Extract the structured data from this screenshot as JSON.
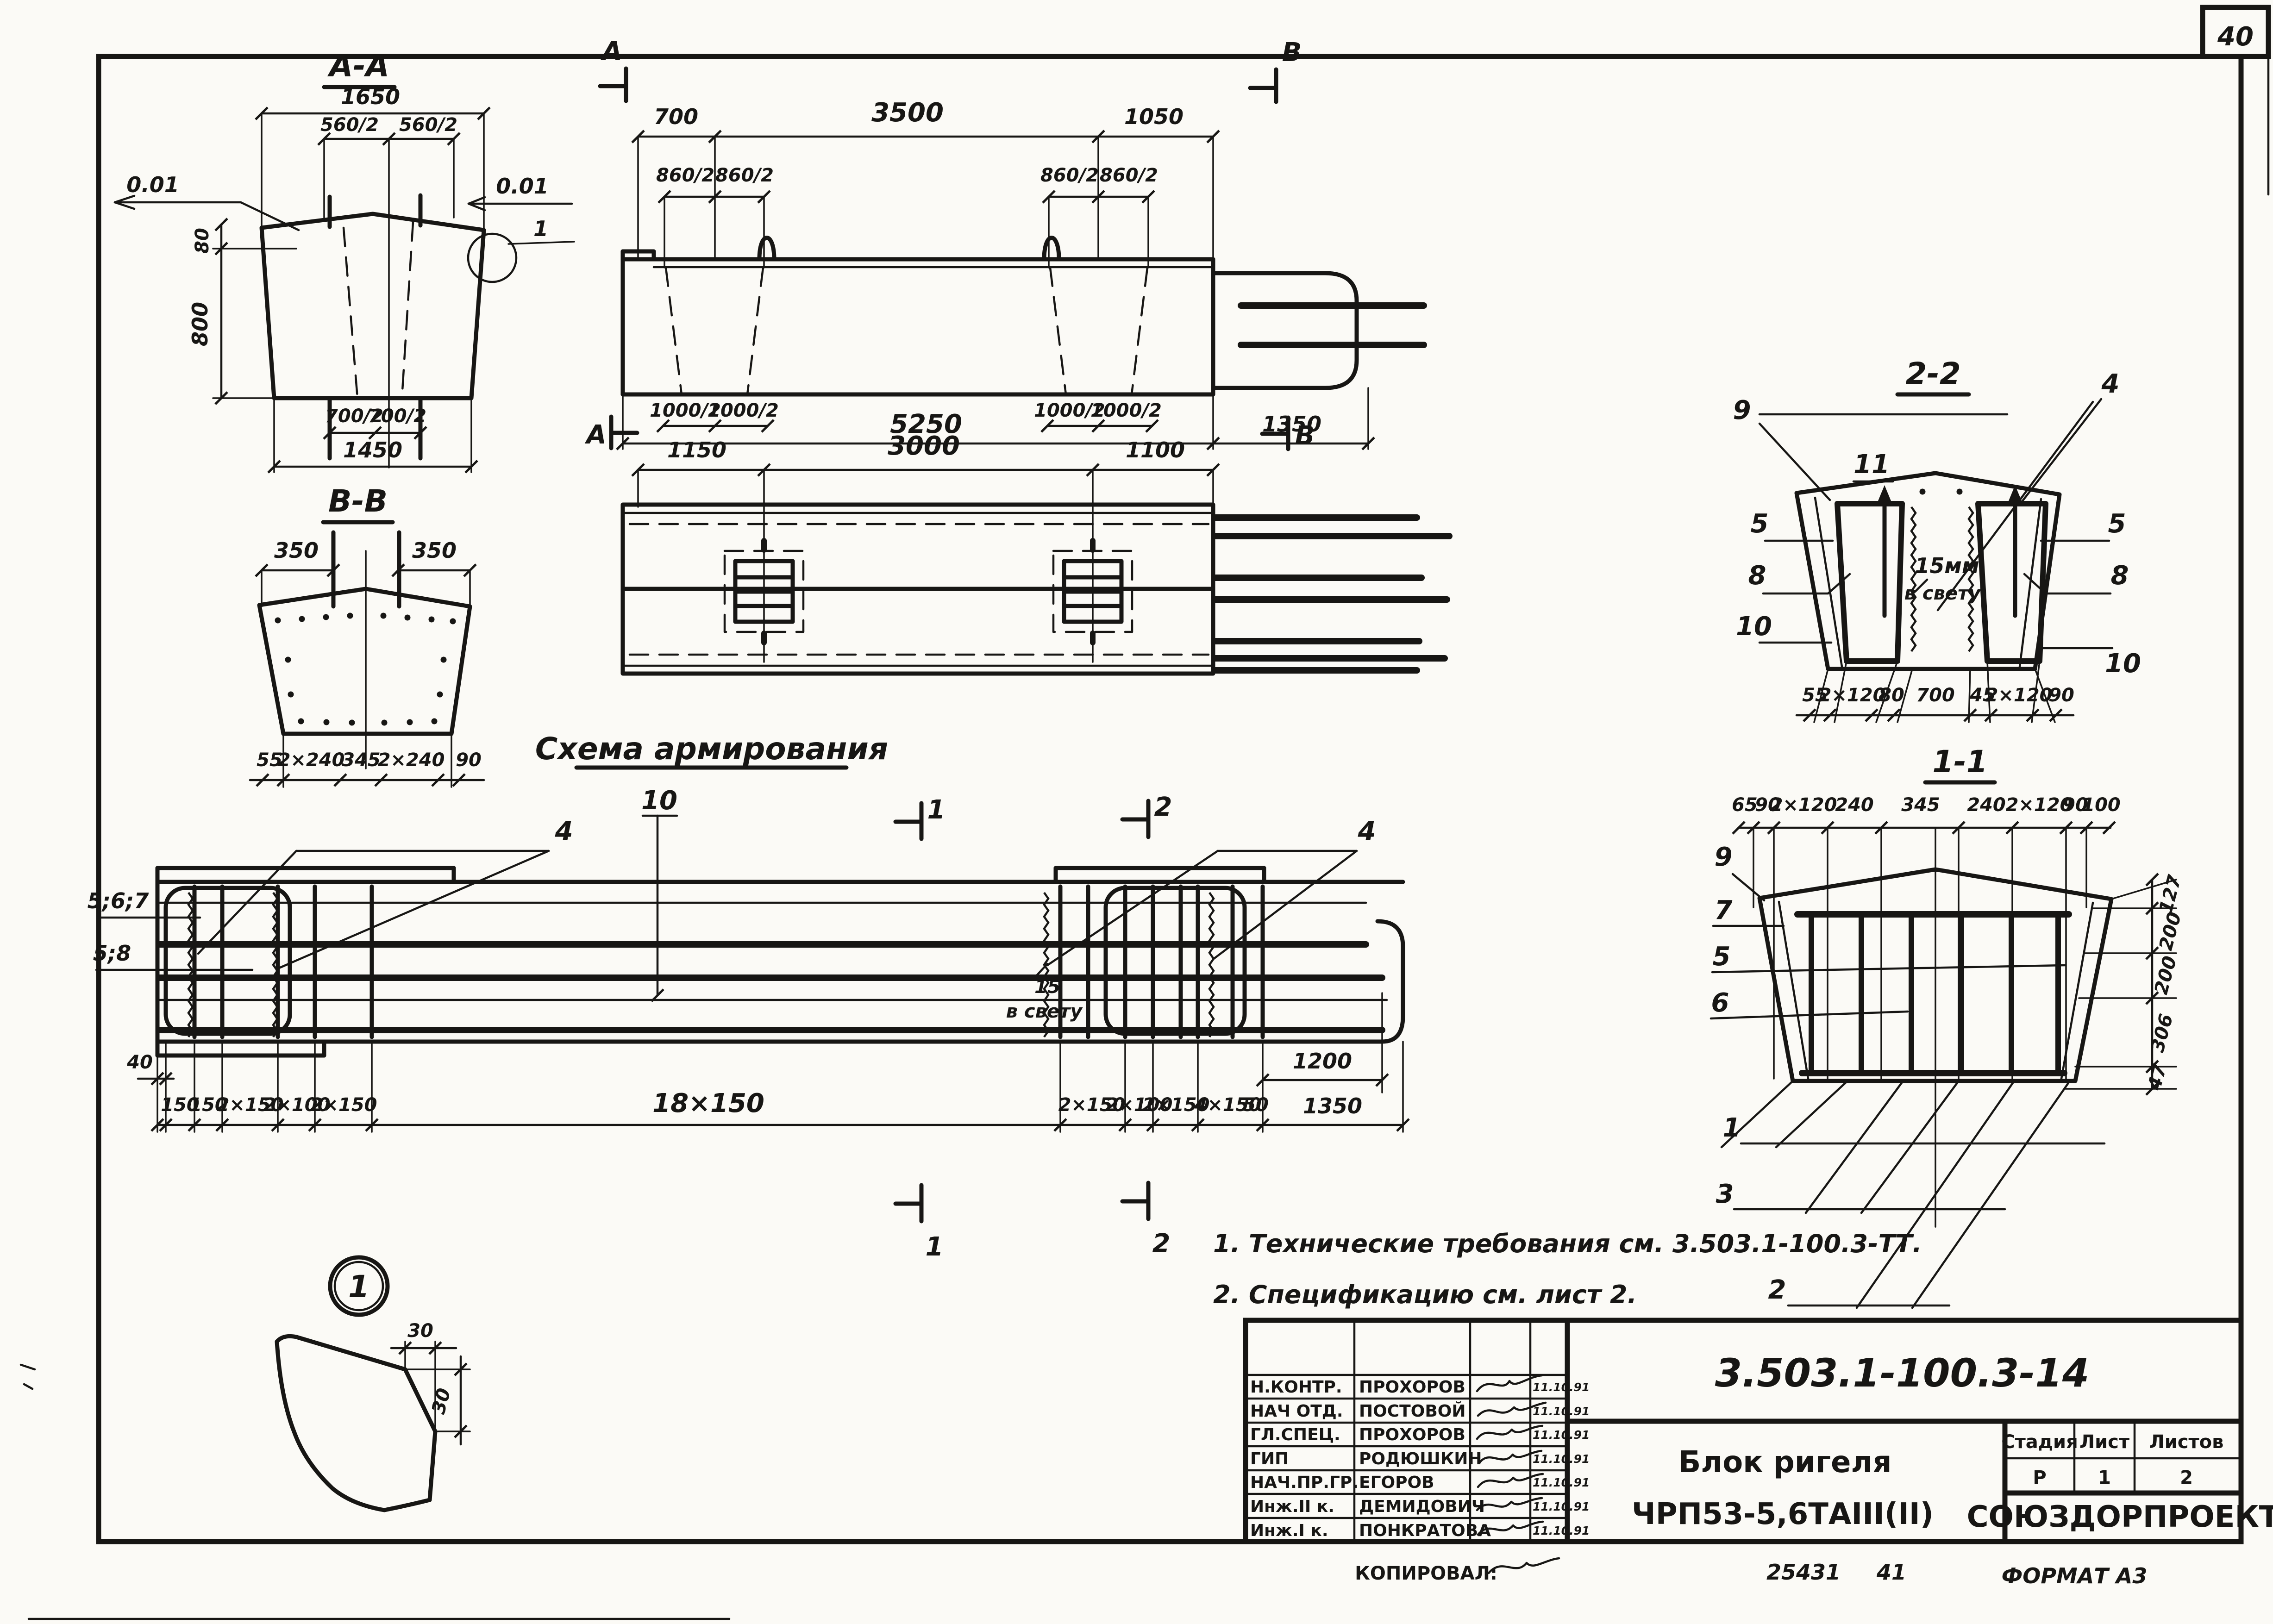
{
  "sheet": {
    "page_number": "40",
    "copied_label": "КОПИРОВАЛ:",
    "inv_number": "25431",
    "inv_number2": "41",
    "format_label": "ФОРМАТ А3"
  },
  "markers": {
    "a": "А",
    "b": "В"
  },
  "notes": {
    "n1": "1. Технические требования см. 3.503.1-100.3-ТТ.",
    "n2": "2. Спецификацию см. лист 2."
  },
  "sec_aa": {
    "title": "А-А",
    "d1650": "1650",
    "d560": "560/2",
    "slope": "0.01",
    "d80": "80",
    "d800": "800",
    "d700": "700/2",
    "d1450": "1450"
  },
  "sec_bb": {
    "title": "В-В",
    "d350": "350",
    "b": [
      "55",
      "2×240",
      "345",
      "2×240",
      "90"
    ]
  },
  "elev": {
    "d700": "700",
    "d3500": "3500",
    "d1050": "1050",
    "d860": "860/2",
    "d1000": "1000/2",
    "d5250": "5250",
    "d1350": "1350"
  },
  "plan": {
    "d1150": "1150",
    "d3000": "3000",
    "d1100": "1100"
  },
  "sec22": {
    "title": "2-2",
    "l9": "9",
    "l11": "11",
    "l4": "4",
    "l5": "5",
    "l8": "8",
    "l10": "10",
    "n15": "15мм",
    "nsv": "в свету",
    "b": [
      "55",
      "2×120",
      "80",
      "700",
      "45",
      "2×120",
      "90"
    ]
  },
  "sec11": {
    "title": "1-1",
    "top": [
      "65",
      "90",
      "2×120",
      "240",
      "345",
      "240",
      "2×120",
      "90",
      "100"
    ],
    "right": [
      "127",
      "200",
      "200",
      "306",
      "47"
    ],
    "l9": "9",
    "l7": "7",
    "l5": "5",
    "l6": "6",
    "l1": "1",
    "l3": "3",
    "l2": "2"
  },
  "scheme": {
    "title": "Схема армирования",
    "l10": "10",
    "l4": "4",
    "left1": "5;6;7",
    "left2": "5;8",
    "d40": "40",
    "b": [
      "150",
      "150",
      "2×150",
      "2×100",
      "2×150",
      "18×150",
      "2×150",
      "2×100",
      "2×150",
      "4×150",
      "50"
    ],
    "d1200": "1200",
    "d1350": "1350",
    "n15": "15",
    "nsv": "в свету",
    "m1": "1",
    "m2": "2"
  },
  "det1": {
    "ref": "1",
    "d30": "30"
  },
  "stamp": {
    "doc_number": "3.503.1-100.3-14",
    "title1": "Блок ригеля",
    "title2": "ЧРП53-5,6ТАIII(II)",
    "org": "СОЮЗДОРПРОЕКТ",
    "h_stage": "Стадия",
    "h_sheet": "Лист",
    "h_sheets": "Листов",
    "stage": "Р",
    "sheet": "1",
    "sheets": "2",
    "rows": [
      {
        "role": "Н.КОНТР.",
        "name": "ПРОХОРОВ",
        "date": "11.10.91"
      },
      {
        "role": "НАЧ ОТД.",
        "name": "ПОСТОВОЙ",
        "date": "11.10.91"
      },
      {
        "role": "ГЛ.СПЕЦ.",
        "name": "ПРОХОРОВ",
        "date": "11.10.91"
      },
      {
        "role": "ГИП",
        "name": "РОДЮШКИН",
        "date": "11.10.91"
      },
      {
        "role": "НАЧ.ПР.ГР.",
        "name": "ЕГОРОВ",
        "date": "11.10.91"
      },
      {
        "role": "Инж.II к.",
        "name": "ДЕМИДОВИЧ",
        "date": "11.10.91"
      },
      {
        "role": "Инж.I к.",
        "name": "ПОНКРАТОВА",
        "date": "11.10.91"
      }
    ]
  }
}
